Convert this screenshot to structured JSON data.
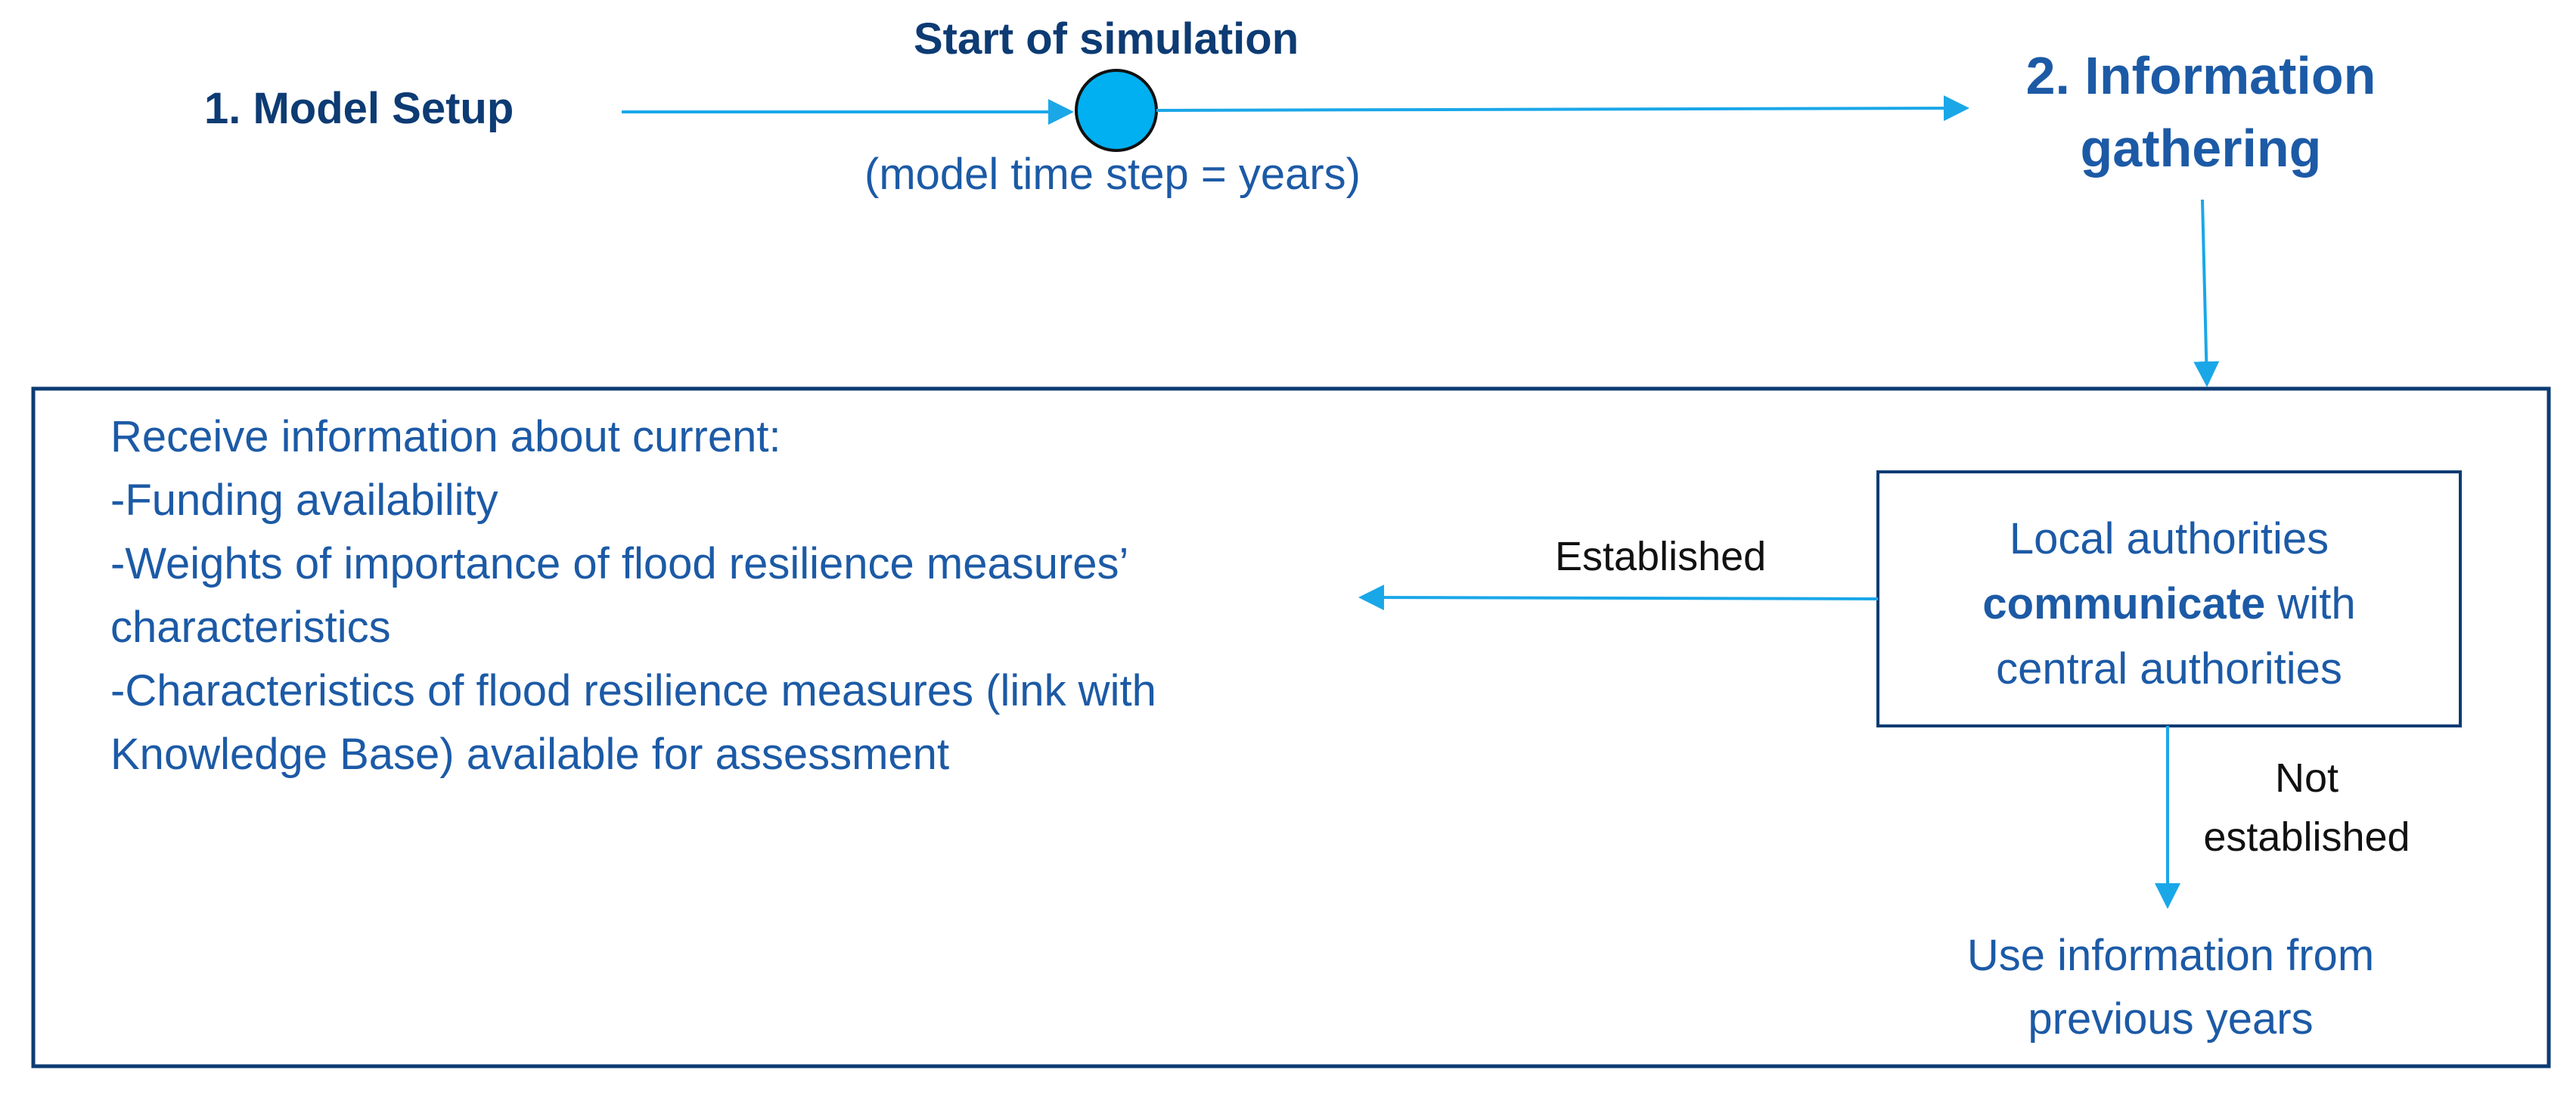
{
  "steps": {
    "model_setup": "1. Model Setup",
    "start_of_simulation": "Start of simulation",
    "time_step": "(model time step = years)",
    "information_gathering_line1": "2. Information",
    "information_gathering_line2": "gathering"
  },
  "info_box": {
    "lines": [
      "Receive information about current:",
      "-Funding availability",
      "-Weights of importance of flood resilience measures’",
      "characteristics",
      "-Characteristics of flood resilience measures (link with",
      "Knowledge Base) available for assessment"
    ]
  },
  "decision": {
    "line1": "Local authorities",
    "line2_bold": "communicate",
    "line2_rest": " with",
    "line3": "central authorities"
  },
  "branches": {
    "established": "Established",
    "not_established_line1": "Not",
    "not_established_line2": "established"
  },
  "fallback": {
    "line1": "Use information from",
    "line2": "previous years"
  },
  "colors": {
    "arrow": "#1aa7e8",
    "circle_fill": "#00b0f0",
    "box_border": "#0d3b73",
    "text_dark": "#0d3b73",
    "text_mid": "#1c5aa6"
  }
}
